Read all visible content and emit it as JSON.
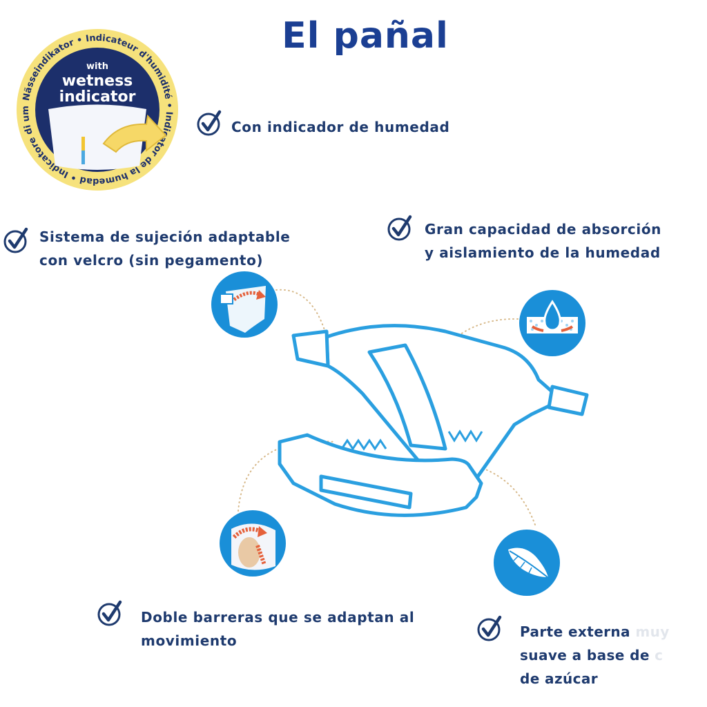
{
  "title": "El pañal",
  "badge": {
    "ring_text": "Nässeindikator • Indicateur d'humidité • Indicator de la humedad • Indicatore di umidità •",
    "with": "with",
    "line1": "wetness",
    "line2": "indicator"
  },
  "features": {
    "wetness": "Con indicador de humedad",
    "fastening_line1": "Sistema de sujeción adaptable",
    "fastening_line2": "con velcro (sin pegamento)",
    "absorption_line1": "Gran capacidad de absorción",
    "absorption_line2": "y aislamiento de la humedad",
    "barriers_line1": "Doble barreras que se adaptan al",
    "barriers_line2": "movimiento",
    "outer_line1a": "Parte externa ",
    "outer_line1b": "muy",
    "outer_line2a": "suave a base de",
    "outer_line2b": " c",
    "outer_line3": "de azúcar"
  },
  "colors": {
    "title": "#1b3f93",
    "text": "#1e3a6e",
    "icon_blue": "#1a8fd8",
    "diaper_outline": "#2a9fe0",
    "accent_orange": "#e5603a",
    "badge_yellow": "#f6e27c",
    "badge_navy": "#1c2f6b"
  }
}
